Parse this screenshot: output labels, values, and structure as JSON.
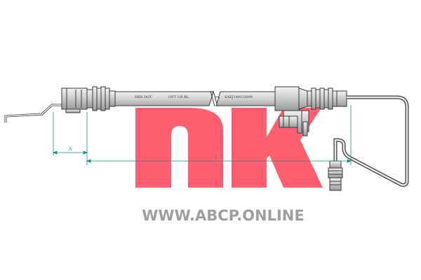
{
  "logo": {
    "text": "nk",
    "color": "#ff3b52"
  },
  "hose": {
    "print_left": "HBS DOT",
    "print_mid": "OPT 1/8 BL",
    "print_right": "SAEJ1401/2009"
  },
  "dimensions": {
    "a_label": "A",
    "l_label": "L"
  },
  "watermark": {
    "text": "WWW.ABCP.ONLINE",
    "color": "#9e9e9e"
  },
  "colors": {
    "line": "#3a3a3a",
    "fitting_fill": "#cfcfcf",
    "hose_fill": "#d6d6d6",
    "dim_line": "#0b8f8f"
  }
}
